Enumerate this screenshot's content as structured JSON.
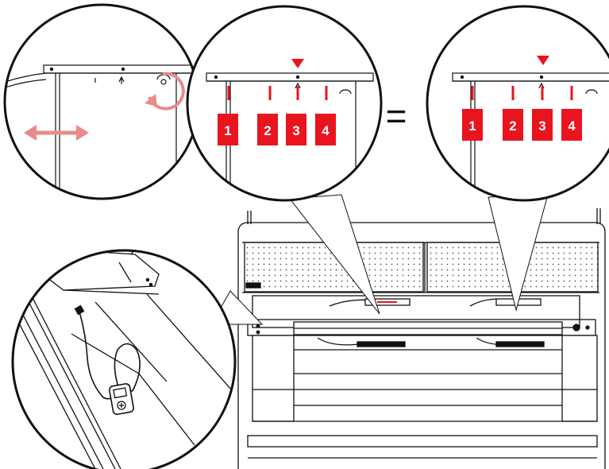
{
  "colors": {
    "accent": "#e8141e",
    "arrow_pink": "#e88b8b",
    "line": "#111111",
    "dots": "#555555"
  },
  "icons": {
    "left_right_arrow": "double-arrow-horizontal-icon",
    "rotate_arrow": "rotate-clockwise-icon",
    "pointer": "triangle-down-icon"
  },
  "equals_sign": "=",
  "callout_middle": {
    "markers": [
      {
        "label": "1"
      },
      {
        "label": "2"
      },
      {
        "label": "3"
      },
      {
        "label": "4"
      }
    ]
  },
  "callout_right": {
    "markers": [
      {
        "label": "1"
      },
      {
        "label": "2"
      },
      {
        "label": "3"
      },
      {
        "label": "4"
      }
    ]
  }
}
